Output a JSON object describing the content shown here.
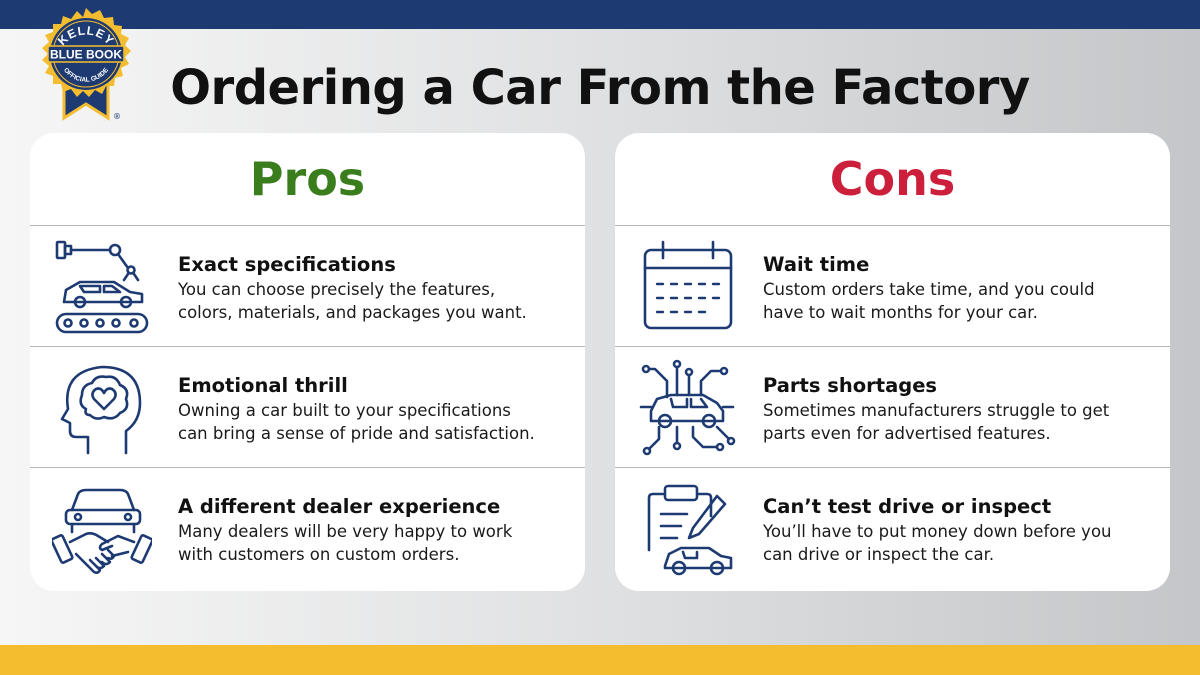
{
  "logo": {
    "arc_top": "KELLEY",
    "main": "BLUE BOOK",
    "arc_bottom": "OFFICIAL GUIDE",
    "registered": "®"
  },
  "title": "Ordering a Car From the Factory",
  "colors": {
    "navy": "#1d3a72",
    "gold": "#f3bd2f",
    "pros": "#3a7d1c",
    "cons": "#cc1f3b"
  },
  "pros": {
    "heading": "Pros",
    "items": [
      {
        "icon": "robot-arm-assembly-icon",
        "title": "Exact specifications",
        "desc": [
          "You can choose precisely the features,",
          "colors, materials, and packages you want."
        ]
      },
      {
        "icon": "brain-heart-icon",
        "title": "Emotional thrill",
        "desc": [
          "Owning a car built to your specifications",
          "can bring a sense of pride and satisfaction."
        ]
      },
      {
        "icon": "car-handshake-icon",
        "title": "A different dealer experience",
        "desc": [
          "Many dealers will be very happy to work",
          "with customers on custom orders."
        ]
      }
    ]
  },
  "cons": {
    "heading": "Cons",
    "items": [
      {
        "icon": "calendar-icon",
        "title": "Wait time",
        "desc": [
          "Custom orders take time, and you could",
          "have to wait months for your car."
        ]
      },
      {
        "icon": "car-circuit-icon",
        "title": "Parts shortages",
        "desc": [
          "Sometimes manufacturers struggle to get",
          "parts even for advertised features."
        ]
      },
      {
        "icon": "clipboard-car-icon",
        "title": "Can’t test drive or inspect",
        "desc": [
          "You’ll have to put money down before you",
          "can drive or inspect the car."
        ]
      }
    ]
  }
}
